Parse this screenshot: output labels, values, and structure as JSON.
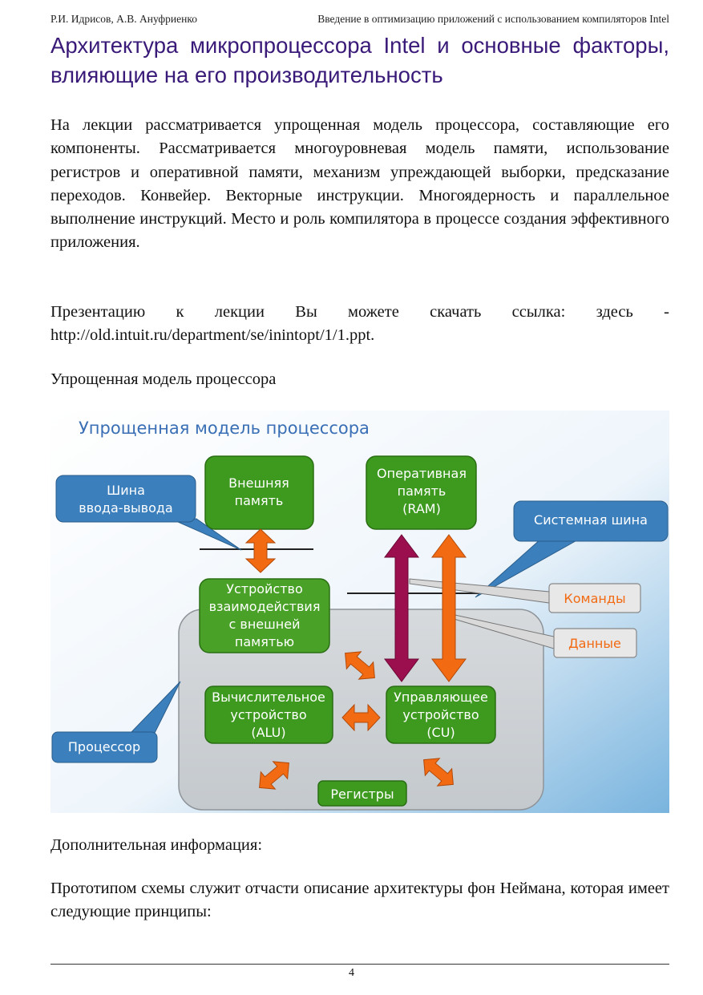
{
  "header": {
    "authors": "Р.И. Идрисов, А.В. Ануфриенко",
    "course": "Введение в оптимизацию приложений с использованием компиляторов Intel"
  },
  "title": "Архитектура микропроцессора Intel и основные факторы, влияющие на его производительность",
  "paragraphs": {
    "intro": "На лекции рассматривается упрощенная модель процессора, составляющие его компоненты. Рассматривается многоуровневая модель памяти, использование регистров и оперативной памяти, механизм упреждающей выборки, предсказание переходов. Конвейер. Векторные инструкции. Многоядерность и параллельное выполнение инструкций. Место и роль компилятора в процессе создания эффективного приложения.",
    "presentation": "Презентацию к лекции Вы можете скачать ссылка: здесь - http://old.intuit.ru/department/se/inintopt/1/1.ppt.",
    "figure_caption": "Упрощенная модель процессора",
    "additional": "Дополнительная информация:",
    "prototype": "Прототипом схемы служит отчасти описание архитектуры фон Неймана, которая имеет следующие принципы:"
  },
  "diagram": {
    "title": "Упрощенная модель процессора",
    "external_memory": [
      "Внешняя",
      "память"
    ],
    "ram": [
      "Оперативная",
      "память",
      "(RAM)"
    ],
    "io_device": [
      "Устройство",
      "взаимодействия",
      "с внешней",
      "памятью"
    ],
    "alu": [
      "Вычислительное",
      "устройство",
      "(ALU)"
    ],
    "cu": [
      "Управляющее",
      "устройство",
      "(CU)"
    ],
    "registers": "Регистры",
    "io_bus_callout": [
      "Шина",
      "ввода-вывода"
    ],
    "system_bus_callout": "Системная шина",
    "processor_callout": "Процессор",
    "commands_label": "Команды",
    "data_label": "Данные",
    "colors": {
      "green": "#3d9a1f",
      "blue_callout": "#3b7fbd",
      "orange": "#f26a12",
      "maroon": "#9b0f4e",
      "title_blue": "#3a6fb5"
    }
  },
  "footer": {
    "page_number": "4"
  }
}
